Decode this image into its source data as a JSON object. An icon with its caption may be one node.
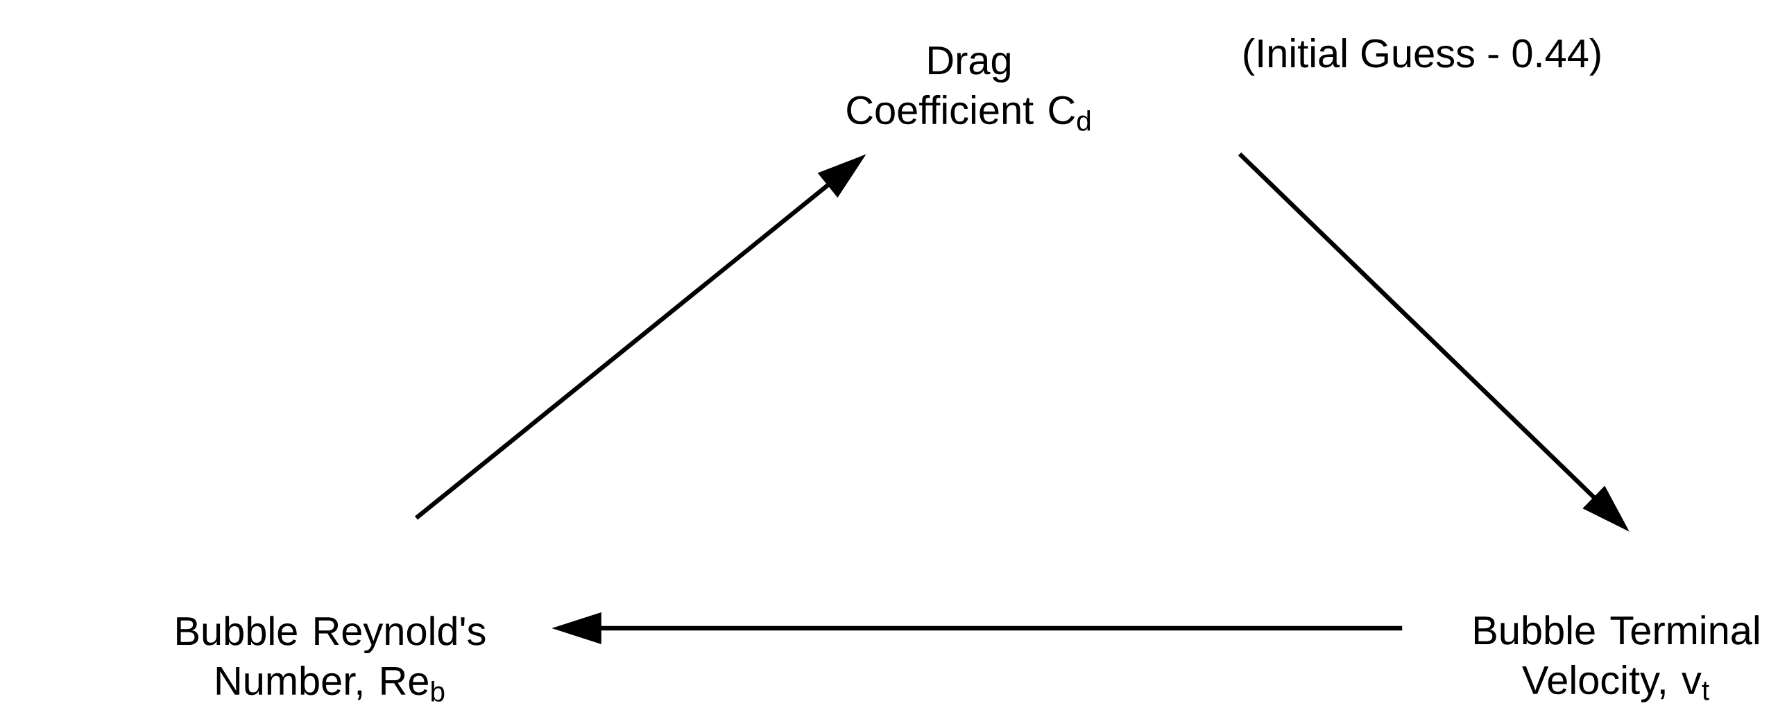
{
  "diagram": {
    "nodes": [
      {
        "text": [
          "Drag Coefficient C$_{d}$"
        ],
        "beside": [
          "(Initial Guess - 0.44)"
        ]
      },
      {
        "text": [
          "Bubble Terminal Velocity, v$_{t}$"
        ]
      },
      {
        "text": [
          "Bubble Reynold's Number, Re$_{b}$"
        ]
      }
    ],
    "edges": [
      {
        "from": 0,
        "to": 1,
        "arrow": "to"
      },
      {
        "from": 1,
        "to": 2,
        "arrow": "to"
      },
      {
        "from": 2,
        "to": 0,
        "arrow": "to"
      }
    ]
  }
}
